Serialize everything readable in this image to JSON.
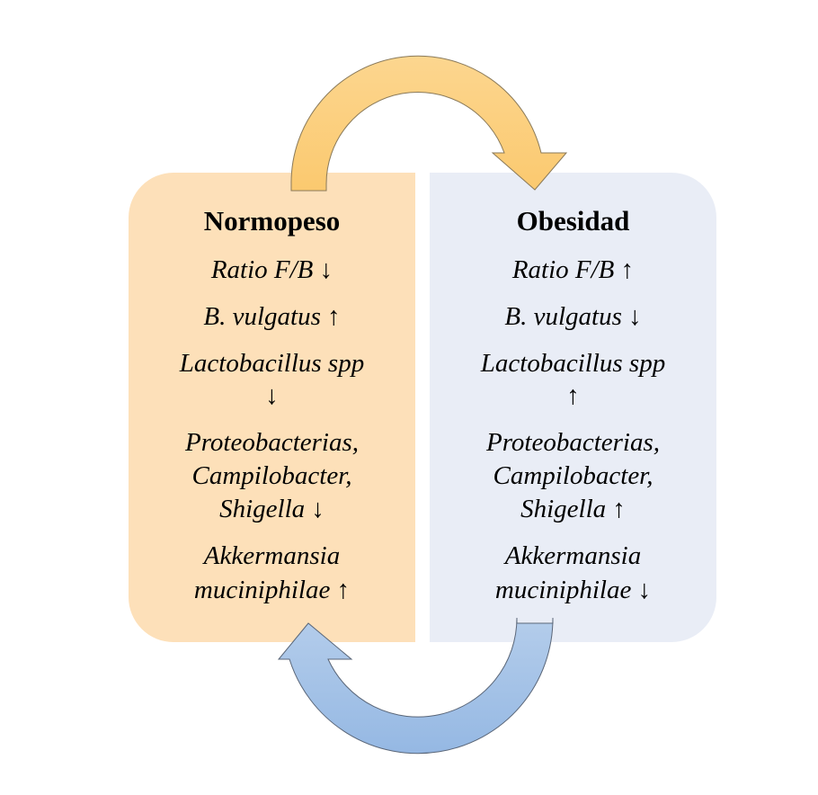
{
  "colors": {
    "left_box": "#fde0b9",
    "right_box": "#e9edf6",
    "top_arrow": "#fcd489",
    "bottom_arrow": "#a4c2e6"
  },
  "left": {
    "title": "Normopeso",
    "lines": [
      "Ratio F/B ↓",
      "B. vulgatus ↑",
      "Lactobacillus spp",
      "↓",
      "Proteobacterias,",
      "Campilobacter,",
      "Shigella ↓",
      "Akkermansia",
      "muciniphilae ↑"
    ]
  },
  "right": {
    "title": "Obesidad",
    "lines": [
      "Ratio F/B ↑",
      "B. vulgatus ↓",
      "Lactobacillus spp",
      "↑",
      "Proteobacterias,",
      "Campilobacter,",
      "Shigella ↑",
      "Akkermansia",
      "muciniphilae ↓"
    ]
  }
}
